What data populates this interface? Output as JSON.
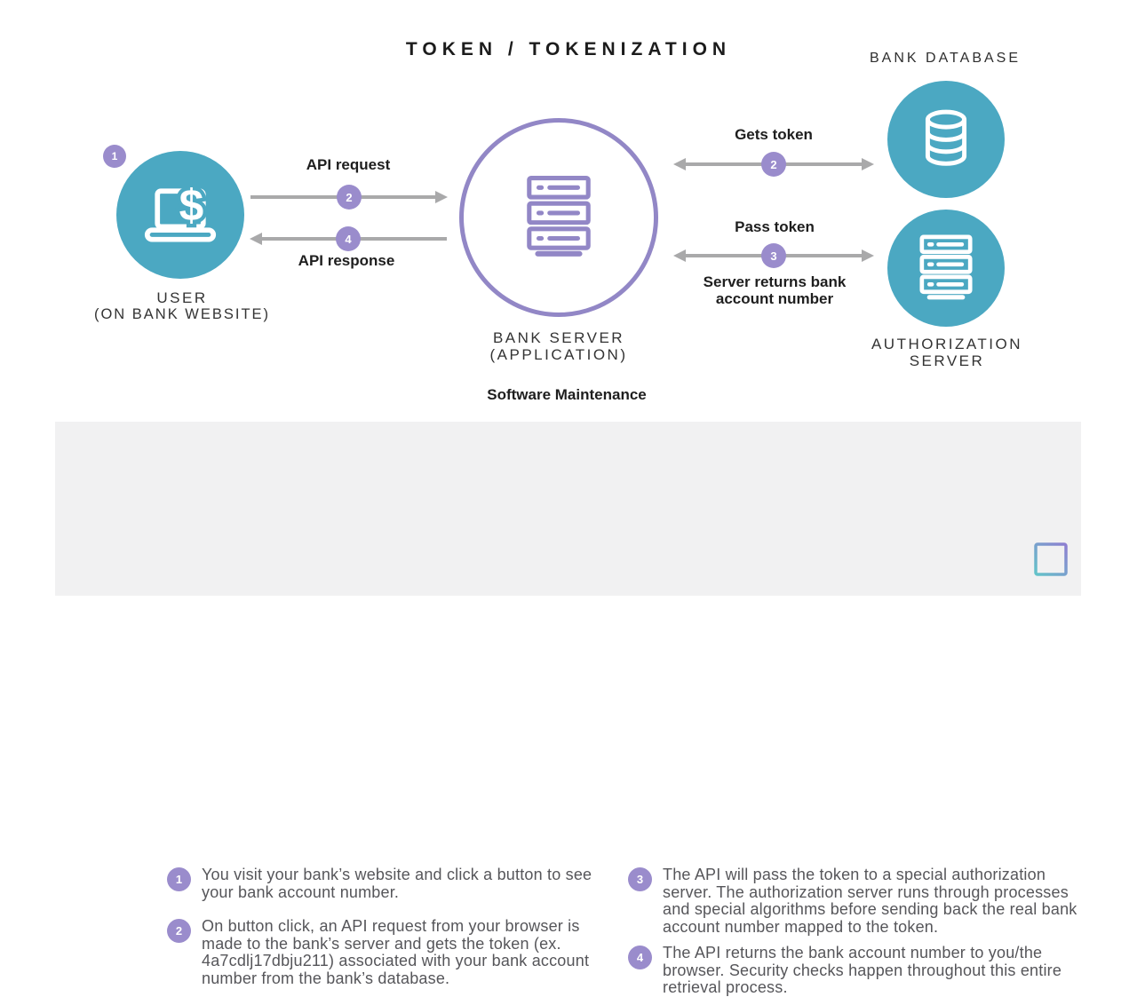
{
  "title": "TOKEN / TOKENIZATION",
  "caption": "Software Maintenance",
  "colors": {
    "teal": "#4BA8C2",
    "purple_badge": "#9A8CCC",
    "purple_ring": "#9287C6",
    "arrow_gray": "#A9A9AA",
    "panel_bg": "#F1F1F2"
  },
  "nodes": {
    "user": {
      "badge": "1",
      "label_line1": "USER",
      "label_line2": "(ON BANK WEBSITE)",
      "icon": "laptop-dollar-icon"
    },
    "bank_server": {
      "label_line1": "BANK SERVER",
      "label_line2": "(APPLICATION)",
      "icon": "server-stack-icon"
    },
    "bank_database": {
      "label": "BANK DATABASE",
      "icon": "database-icon"
    },
    "authorization_server": {
      "label_line1": "AUTHORIZATION",
      "label_line2": "SERVER",
      "icon": "server-stack-icon"
    }
  },
  "arrows": {
    "api_request": {
      "label": "API request",
      "badge": "2",
      "direction": "right"
    },
    "api_response": {
      "label": "API response",
      "badge": "4",
      "direction": "left"
    },
    "gets_token": {
      "label": "Gets token",
      "badge": "2",
      "direction": "both"
    },
    "pass_token": {
      "label": "Pass token",
      "badge": "3",
      "direction": "both",
      "sublabel": "Server returns bank account number"
    }
  },
  "steps": [
    {
      "num": "1",
      "text": "You visit your bank’s website and click a button to see your bank account number."
    },
    {
      "num": "2",
      "text": "On button click, an API request from your browser is made to the bank’s server and gets the token (ex. 4a7cdlj17dbju211) associated with your bank account number from the bank’s database."
    },
    {
      "num": "3",
      "text": "The API will pass the token to a special authorization server. The authorization server runs through processes and special algorithms before sending back the real bank account number mapped to the token."
    },
    {
      "num": "4",
      "text": "The API returns the bank account number to you/the browser. Security checks happen throughout this entire retrieval process."
    }
  ]
}
